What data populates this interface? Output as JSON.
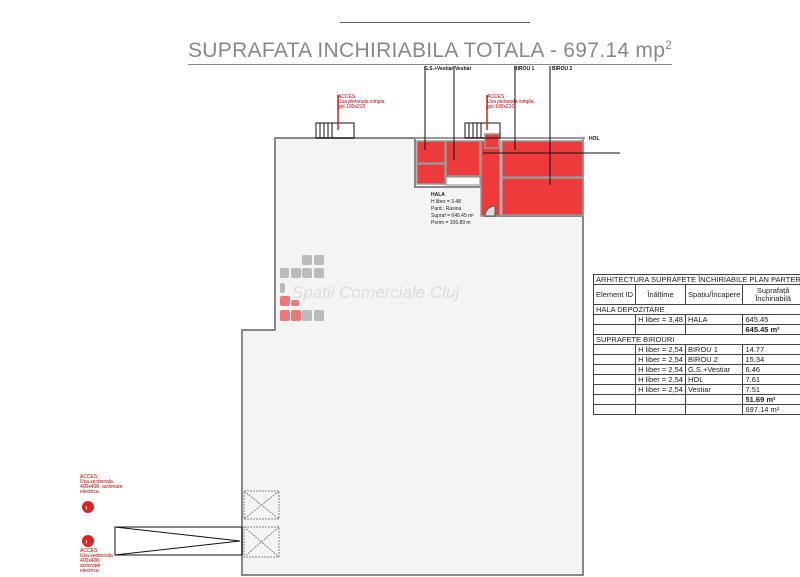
{
  "title": {
    "text": "SUPRAFATA INCHIRIABILA TOTALA - 697.14 mp",
    "sup": "2"
  },
  "watermark": {
    "text": "Spatii Comerciale Cluj"
  },
  "plan_labels": {
    "gs_vestiar": "G.S.+Vestiar",
    "vestiar": "Vestiar",
    "birou1": "BIROU 1",
    "birou2": "BIROU 2",
    "hol": "HOL",
    "acces": "ACCES",
    "acces_top1": "Usa pietonala simpla, gol 100x210",
    "acces_top2": "Usa pietonala simpla, gol 100x210",
    "acces_bottom1": "Usa sectionala 400x400, actionare electrica",
    "acces_bottom2": "Usa sectionala 400x400, actionare electrica",
    "hala": {
      "name": "HALA",
      "h": "H liber = 3.48",
      "pard": "Pard.:",
      "pard_val": "Rasina",
      "supraf": "Supraf = 645.45 m²",
      "perim": "Perim = 106.89 m"
    }
  },
  "colors": {
    "room": "#ee3a3a",
    "floor": "#f4f4f4",
    "wall": "#888888",
    "accent": "#cc2222"
  },
  "table": {
    "title": "ARHITECTURA SUPRAFETE ÎNCHIRIABILE PLAN PARTER",
    "headers": [
      "Element ID",
      "Înălțime",
      "Spațiu/Încapere",
      "Suprafață Închiriabilă"
    ],
    "section1": "HALA DEPOZITARE",
    "rows1": [
      {
        "h": "H liber = 3,48",
        "name": "HALA",
        "area": "645.45"
      }
    ],
    "subtotal1": "645.45 m²",
    "section2": "SUPRAFETE BIROURI",
    "rows2": [
      {
        "h": "H liber = 2,54",
        "name": "BIROU 1",
        "area": "14.77"
      },
      {
        "h": "H liber = 2,54",
        "name": "BIROU 2",
        "area": "15.34"
      },
      {
        "h": "H liber = 2,54",
        "name": "G.S.+Vestiar",
        "area": "6.46"
      },
      {
        "h": "H liber = 2,54",
        "name": "HOL",
        "area": "7.61"
      },
      {
        "h": "H liber = 2,54",
        "name": "Vestiar",
        "area": "7.51"
      }
    ],
    "subtotal2": "51.69 m²",
    "total": "697.14 m²"
  }
}
